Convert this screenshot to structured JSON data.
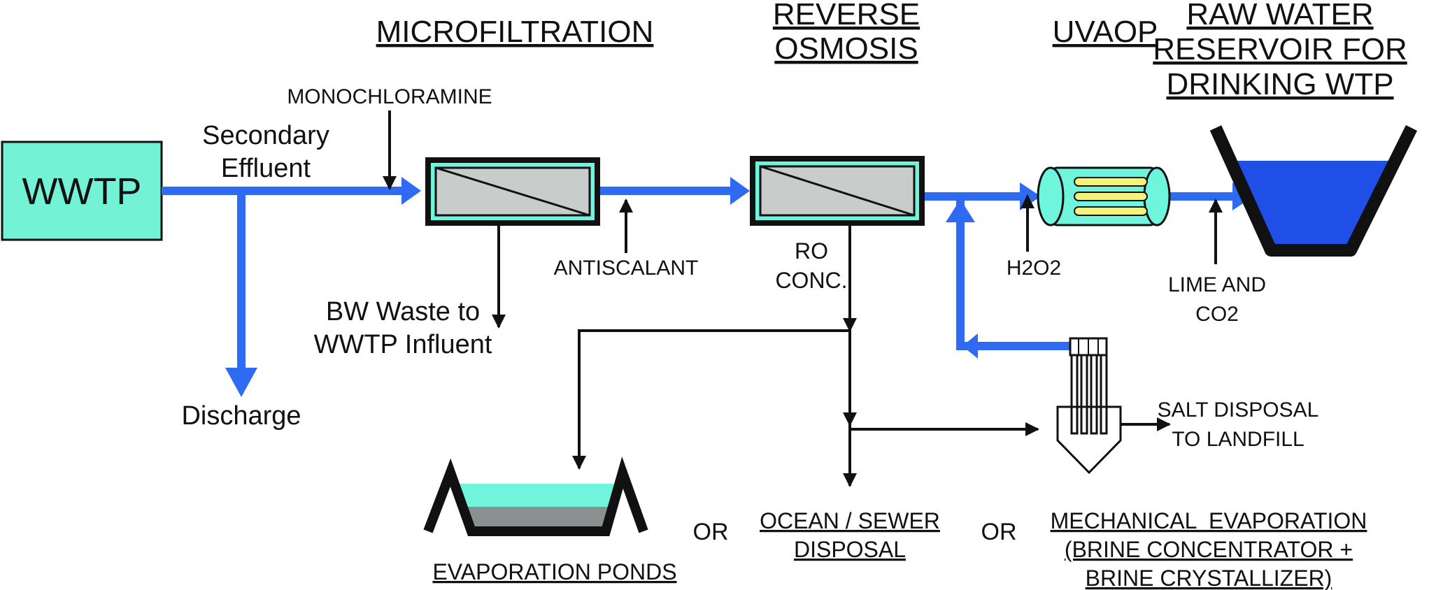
{
  "colors": {
    "flow_blue": "#2e6bf2",
    "black_line": "#111111",
    "teal": "#6ff5dc",
    "wwtp_fill": "#74f2d6",
    "membrane_gray": "#c8cccb",
    "reservoir_blue": "#1f4fe6",
    "uv_lamp_yellow": "#f5f27a",
    "pond_gray": "#8a8f8f"
  },
  "headers": {
    "microfiltration": "MICROFILTRATION",
    "reverse_osmosis_1": "REVERSE",
    "reverse_osmosis_2": "OSMOSIS",
    "uvaop": "UVAOP",
    "reservoir_1": "RAW WATER",
    "reservoir_2": "RESERVOIR FOR",
    "reservoir_3": "DRINKING WTP"
  },
  "labels": {
    "wwtp": "WWTP",
    "secondary_1": "Secondary",
    "secondary_2": "Effluent",
    "monochloramine": "MONOCHLORAMINE",
    "antiscalant": "ANTISCALANT",
    "bw_waste_1": "BW Waste to",
    "bw_waste_2": "WWTP Influent",
    "discharge": "Discharge",
    "ro_conc_1": "RO",
    "ro_conc_2": "CONC.",
    "h2o2": "H2O2",
    "lime_1": "LIME AND",
    "lime_2": "CO2",
    "salt_1": "SALT DISPOSAL",
    "salt_2": "TO LANDFILL"
  },
  "disposal": {
    "evaporation_ponds": "EVAPORATION PONDS",
    "or_1": "OR",
    "ocean_1": "OCEAN / SEWER",
    "ocean_2": "DISPOSAL",
    "or_2": "OR",
    "mech_1": "MECHANICAL  EVAPORATION",
    "mech_2": "(BRINE CONCENTRATOR +",
    "mech_3": "BRINE CRYSTALLIZER)"
  }
}
